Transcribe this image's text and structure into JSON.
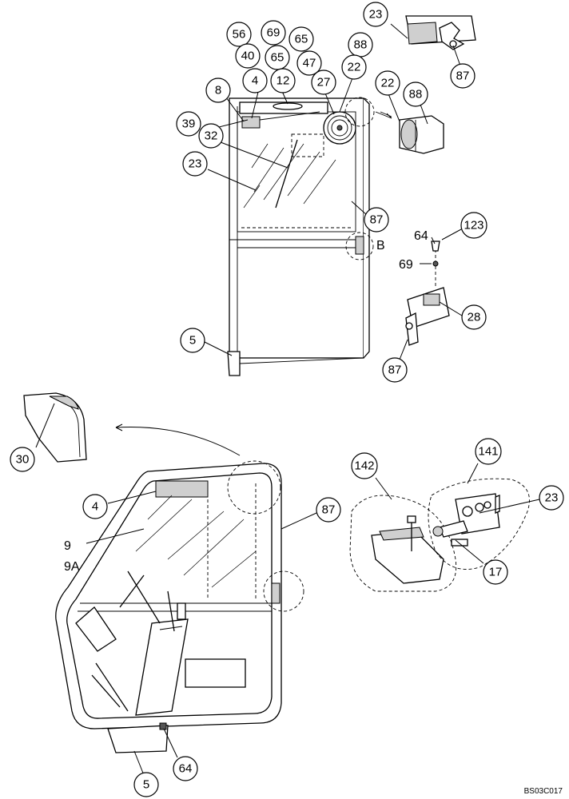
{
  "drawing_code": "BS03C017",
  "upper_door_callouts": [
    "56",
    "69",
    "65",
    "40",
    "65",
    "47",
    "88",
    "22",
    "8",
    "4",
    "12",
    "27",
    "39",
    "32",
    "23",
    "87",
    "5"
  ],
  "hinge_detail_callouts": [
    "23",
    "87",
    "22",
    "88"
  ],
  "latch_detail_callouts": [
    "123",
    "64",
    "69",
    "28",
    "87"
  ],
  "latch_detail_letter": "B",
  "corner_detail_callouts": [
    "30"
  ],
  "lower_door_callouts": [
    "4",
    "87",
    "5",
    "64"
  ],
  "lower_door_labels": [
    "9",
    "9A"
  ],
  "kit_callouts": [
    "142",
    "141",
    "23",
    "17"
  ]
}
